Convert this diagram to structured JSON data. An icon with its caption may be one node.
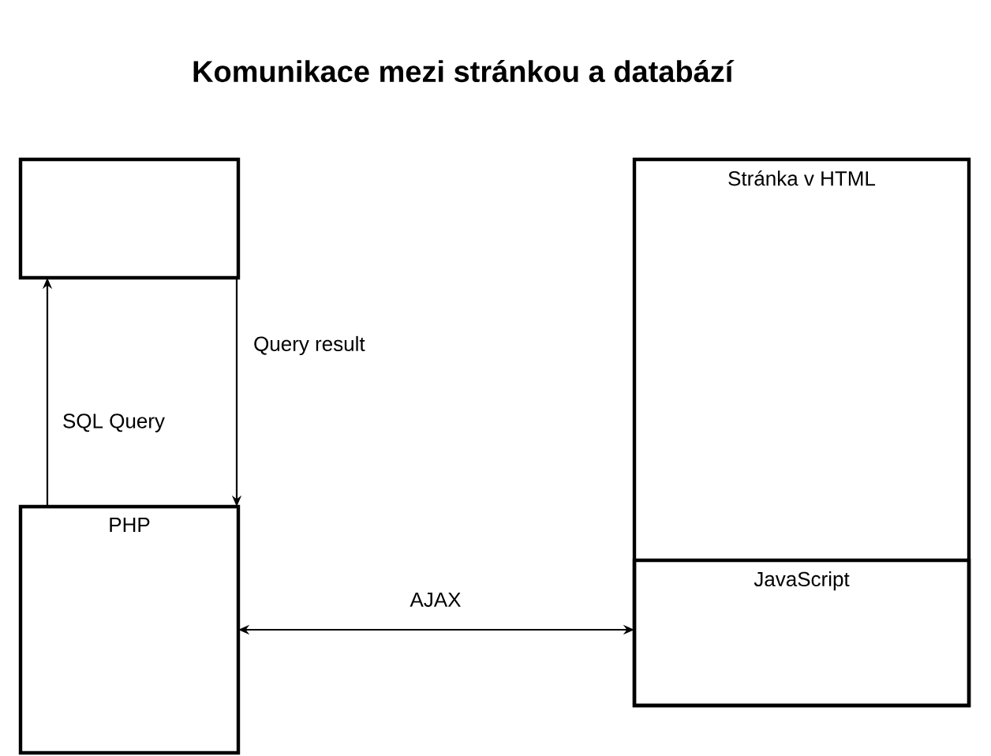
{
  "diagram": {
    "title": "Komunikace mezi stránkou a databází",
    "nodes": [
      {
        "text": [],
        "shape": "box"
      },
      {
        "text": [
          "PHP"
        ]
      },
      {
        "text": [
          "Stránka v HTML"
        ]
      },
      {
        "text": [
          "JavaScript"
        ],
        "in": 2
      }
    ],
    "edges": [
      {
        "from": 1,
        "to": 0,
        "arrow": "to",
        "label": "SQL Query"
      },
      {
        "from": 0,
        "to": 1,
        "arrow": "to",
        "label": "Query result"
      },
      {
        "from": 1,
        "to": 3,
        "arrow": "both",
        "label": "AJAX"
      }
    ]
  }
}
